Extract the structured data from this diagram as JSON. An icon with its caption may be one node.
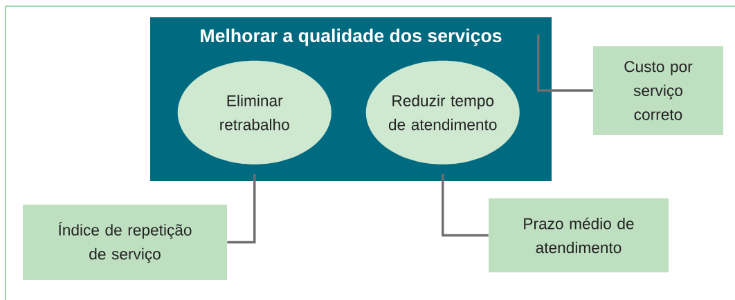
{
  "diagram": {
    "nodes": [
      {
        "text": [
          "Melhorar a qualidade dos serviços"
        ]
      },
      {
        "text": [
          "Eliminar retrabalho"
        ],
        "in": 0
      },
      {
        "text": [
          "Reduzir tempo de atendimento"
        ],
        "in": 0
      },
      {
        "text": [
          "Custo por serviço correto"
        ]
      },
      {
        "text": [
          "Índice de repetição de serviço"
        ]
      },
      {
        "text": [
          "Prazo médio de atendimento"
        ]
      }
    ],
    "edges": [
      {
        "from": 0,
        "to": 3,
        "arrow": "none"
      },
      {
        "from": 1,
        "to": 4,
        "arrow": "none"
      },
      {
        "from": 2,
        "to": 5,
        "arrow": "none"
      }
    ]
  }
}
